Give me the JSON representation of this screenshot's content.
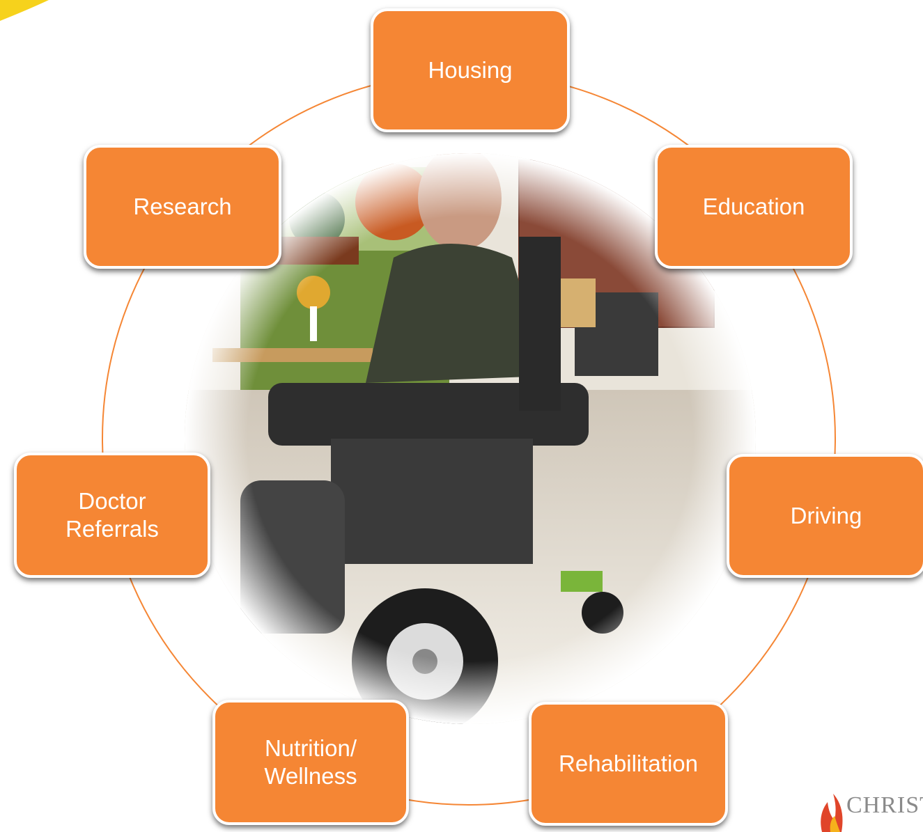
{
  "diagram": {
    "nodes": [
      {
        "id": "housing",
        "label": "Housing"
      },
      {
        "id": "education",
        "label": "Education"
      },
      {
        "id": "driving",
        "label": "Driving"
      },
      {
        "id": "rehabilitation",
        "label": "Rehabilitation"
      },
      {
        "id": "nutrition",
        "label": "Nutrition/\nWellness"
      },
      {
        "id": "referrals",
        "label": "Doctor\nReferrals"
      },
      {
        "id": "research",
        "label": "Research"
      }
    ],
    "connector_color": "#f58634",
    "box_color": "#f58634",
    "text_color": "#ffffff"
  },
  "photo": {
    "subject": "man in a power wheelchair"
  },
  "logo": {
    "text": "CHRIST"
  }
}
